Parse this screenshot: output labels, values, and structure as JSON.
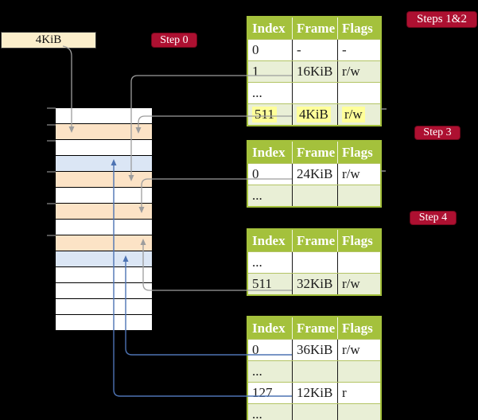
{
  "colors": {
    "background": "#000000",
    "table_header_green": "#a4c13c",
    "table_row_green": "#e9efd6",
    "table_row_white": "#ffffff",
    "highlight_yellow": "#ffff99",
    "page_peach": "#fce3c6",
    "page_blue": "#dbe6f5",
    "arrow_grey": "#9d9d9d",
    "arrow_blue": "#4d73b3",
    "badge_red": "#ad1031",
    "label_box_cream": "#fbeecb"
  },
  "labels": {
    "page_size_box": "4KiB"
  },
  "badges": {
    "step0": "Step 0",
    "steps12": "Steps 1&2",
    "step3": "Step 3",
    "step4": "Step 4"
  },
  "tables": [
    {
      "id": "page-table-level1",
      "headers": [
        "Index",
        "Frame",
        "Flags"
      ],
      "rows": [
        {
          "cells": [
            "0",
            "-",
            "-"
          ],
          "shade": "white",
          "highlight": false
        },
        {
          "cells": [
            "1",
            "16KiB",
            "r/w"
          ],
          "shade": "green",
          "highlight": false
        },
        {
          "cells": [
            "...",
            "",
            ""
          ],
          "shade": "white",
          "highlight": false
        },
        {
          "cells": [
            "511",
            "4KiB",
            "r/w"
          ],
          "shade": "green",
          "highlight": true
        }
      ]
    },
    {
      "id": "page-table-step3",
      "headers": [
        "Index",
        "Frame",
        "Flags"
      ],
      "rows": [
        {
          "cells": [
            "0",
            "24KiB",
            "r/w"
          ],
          "shade": "white",
          "highlight": false
        },
        {
          "cells": [
            "...",
            "",
            ""
          ],
          "shade": "green",
          "highlight": false
        }
      ]
    },
    {
      "id": "page-table-step4",
      "headers": [
        "Index",
        "Frame",
        "Flags"
      ],
      "rows": [
        {
          "cells": [
            "...",
            "",
            ""
          ],
          "shade": "white",
          "highlight": false
        },
        {
          "cells": [
            "511",
            "32KiB",
            "r/w"
          ],
          "shade": "green",
          "highlight": false
        }
      ]
    },
    {
      "id": "page-table-bottom",
      "headers": [
        "Index",
        "Frame",
        "Flags"
      ],
      "rows": [
        {
          "cells": [
            "0",
            "36KiB",
            "r/w"
          ],
          "shade": "white",
          "highlight": false
        },
        {
          "cells": [
            "...",
            "",
            ""
          ],
          "shade": "green",
          "highlight": false
        },
        {
          "cells": [
            "127",
            "12KiB",
            "r"
          ],
          "shade": "white",
          "highlight": false
        },
        {
          "cells": [
            "...",
            "",
            ""
          ],
          "shade": "green",
          "highlight": false
        }
      ]
    }
  ],
  "memory": {
    "rows": [
      "white",
      "peach",
      "white",
      "blue",
      "peach",
      "white",
      "peach",
      "white",
      "peach",
      "blue",
      "white",
      "white",
      "white",
      "white"
    ]
  }
}
